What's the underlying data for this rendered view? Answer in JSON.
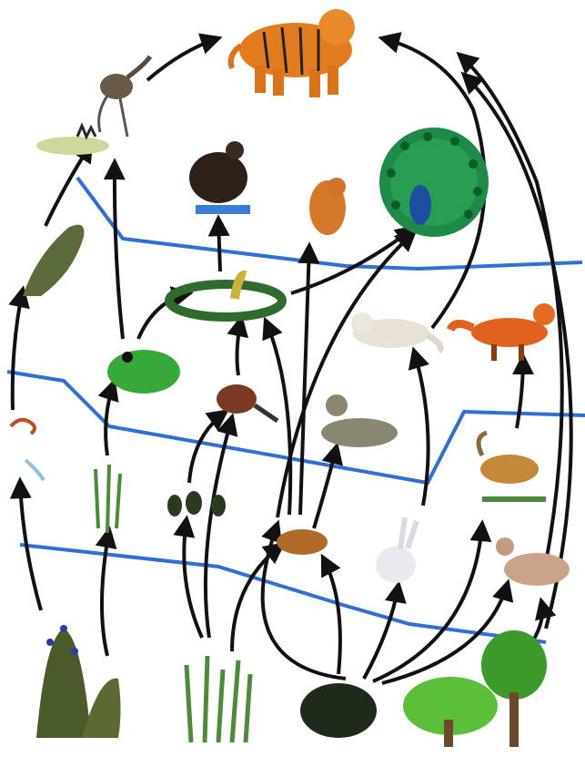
{
  "colors": {
    "background": "#ffffff",
    "arrow": "#111111",
    "level_line": "#2f6fd6"
  },
  "organisms": [
    {
      "id": "tiger",
      "icon": "tiger-icon"
    },
    {
      "id": "heron",
      "icon": "heron-icon"
    },
    {
      "id": "eagle",
      "icon": "eagle-icon"
    },
    {
      "id": "owl",
      "icon": "owl-icon"
    },
    {
      "id": "peacock",
      "icon": "peacock-icon"
    },
    {
      "id": "pike-fish",
      "icon": "fish-icon"
    },
    {
      "id": "snake",
      "icon": "snake-icon"
    },
    {
      "id": "arctic-fox",
      "icon": "white-fox-icon"
    },
    {
      "id": "red-fox",
      "icon": "red-fox-icon"
    },
    {
      "id": "frog",
      "icon": "frog-icon"
    },
    {
      "id": "small-bird",
      "icon": "bird-icon"
    },
    {
      "id": "wild-cat",
      "icon": "wild-cat-icon"
    },
    {
      "id": "scorpion-larva",
      "icon": "insect-larva-icon"
    },
    {
      "id": "reed-small",
      "icon": "reed-icon"
    },
    {
      "id": "beetles",
      "icon": "beetles-icon"
    },
    {
      "id": "mouse",
      "icon": "mouse-icon"
    },
    {
      "id": "hare",
      "icon": "hare-icon"
    },
    {
      "id": "ibex",
      "icon": "ibex-icon"
    },
    {
      "id": "goat",
      "icon": "goat-icon"
    },
    {
      "id": "shrub-flowering",
      "icon": "flowering-shrub-icon"
    },
    {
      "id": "reeds-large",
      "icon": "reeds-icon"
    },
    {
      "id": "dark-bush",
      "icon": "bush-icon"
    },
    {
      "id": "trees",
      "icon": "trees-icon"
    }
  ],
  "links": [
    [
      "shrub-flowering",
      "scorpion-larva"
    ],
    [
      "shrub-flowering",
      "reed-small"
    ],
    [
      "scorpion-larva",
      "pike-fish"
    ],
    [
      "pike-fish",
      "heron"
    ],
    [
      "heron",
      "tiger"
    ],
    [
      "frog",
      "heron"
    ],
    [
      "reed-small",
      "frog"
    ],
    [
      "frog",
      "snake"
    ],
    [
      "snake",
      "eagle"
    ],
    [
      "snake",
      "peacock"
    ],
    [
      "small-bird",
      "snake"
    ],
    [
      "beetles",
      "small-bird"
    ],
    [
      "reeds-large",
      "beetles"
    ],
    [
      "reeds-large",
      "mouse"
    ],
    [
      "mouse",
      "snake"
    ],
    [
      "mouse",
      "owl"
    ],
    [
      "mouse",
      "peacock"
    ],
    [
      "mouse",
      "wild-cat"
    ],
    [
      "dark-bush",
      "mouse"
    ],
    [
      "dark-bush",
      "hare"
    ],
    [
      "hare",
      "arctic-fox"
    ],
    [
      "arctic-fox",
      "tiger"
    ],
    [
      "dark-bush",
      "ibex"
    ],
    [
      "ibex",
      "red-fox"
    ],
    [
      "dark-bush",
      "goat"
    ],
    [
      "trees",
      "goat"
    ],
    [
      "goat",
      "tiger"
    ],
    [
      "peacock",
      "tiger"
    ]
  ]
}
